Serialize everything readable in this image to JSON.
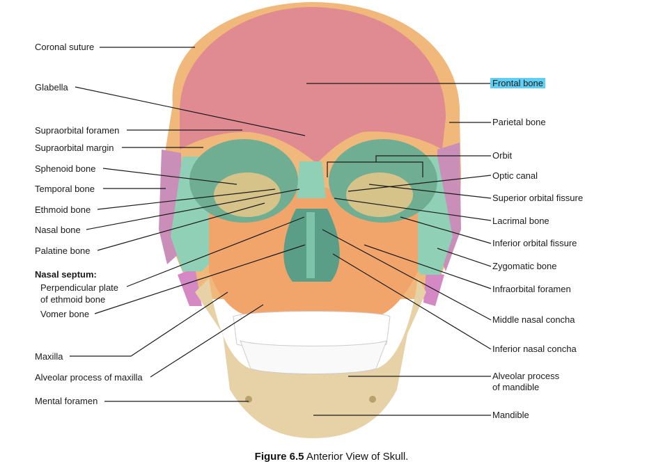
{
  "labels_left": [
    {
      "id": "coronal-suture",
      "text": "Coronal suture"
    },
    {
      "id": "glabella",
      "text": "Glabella"
    },
    {
      "id": "supraorbital-foramen",
      "text": "Supraorbital foramen"
    },
    {
      "id": "supraorbital-margin",
      "text": "Supraorbital margin"
    },
    {
      "id": "sphenoid-bone",
      "text": "Sphenoid bone"
    },
    {
      "id": "temporal-bone",
      "text": "Temporal bone"
    },
    {
      "id": "ethmoid-bone",
      "text": "Ethmoid bone"
    },
    {
      "id": "nasal-bone",
      "text": "Nasal bone"
    },
    {
      "id": "palatine-bone",
      "text": "Palatine bone"
    },
    {
      "id": "nasal-septum",
      "text": "Nasal septum:"
    },
    {
      "id": "perpendicular-plate-1",
      "text": "Perpendicular plate"
    },
    {
      "id": "perpendicular-plate-2",
      "text": "of ethmoid bone"
    },
    {
      "id": "vomer-bone",
      "text": "Vomer bone"
    },
    {
      "id": "maxilla",
      "text": "Maxilla"
    },
    {
      "id": "alveolar-process-maxilla",
      "text": "Alveolar process of maxilla"
    },
    {
      "id": "mental-foramen",
      "text": "Mental foramen"
    }
  ],
  "labels_right": [
    {
      "id": "frontal-bone",
      "text": "Frontal bone"
    },
    {
      "id": "parietal-bone",
      "text": "Parietal bone"
    },
    {
      "id": "orbit",
      "text": "Orbit"
    },
    {
      "id": "optic-canal",
      "text": "Optic canal"
    },
    {
      "id": "superior-orbital-fissure",
      "text": "Superior orbital fissure"
    },
    {
      "id": "lacrimal-bone",
      "text": "Lacrimal bone"
    },
    {
      "id": "inferior-orbital-fissure",
      "text": "Inferior orbital fissure"
    },
    {
      "id": "zygomatic-bone",
      "text": "Zygomatic bone"
    },
    {
      "id": "infraorbital-foramen",
      "text": "Infraorbital foramen"
    },
    {
      "id": "middle-nasal-concha",
      "text": "Middle nasal concha"
    },
    {
      "id": "inferior-nasal-concha",
      "text": "Inferior nasal concha"
    },
    {
      "id": "alveolar-process-mandible-1",
      "text": "Alveolar process"
    },
    {
      "id": "alveolar-process-mandible-2",
      "text": "of mandible"
    },
    {
      "id": "mandible",
      "text": "Mandible"
    }
  ],
  "caption": {
    "figure": "Figure 6.5",
    "text": " Anterior View of Skull."
  },
  "colors": {
    "frontal": "#e08a92",
    "parietal": "#f0b87a",
    "maxilla": "#f2a56b",
    "mandible": "#e6d2a6",
    "zygomatic": "#8fd0b6",
    "sphenoid": "#c98fb8",
    "ethmoid": "#d6c38a",
    "highlight": "#5fd0f3",
    "line": "#1a1a1a"
  }
}
